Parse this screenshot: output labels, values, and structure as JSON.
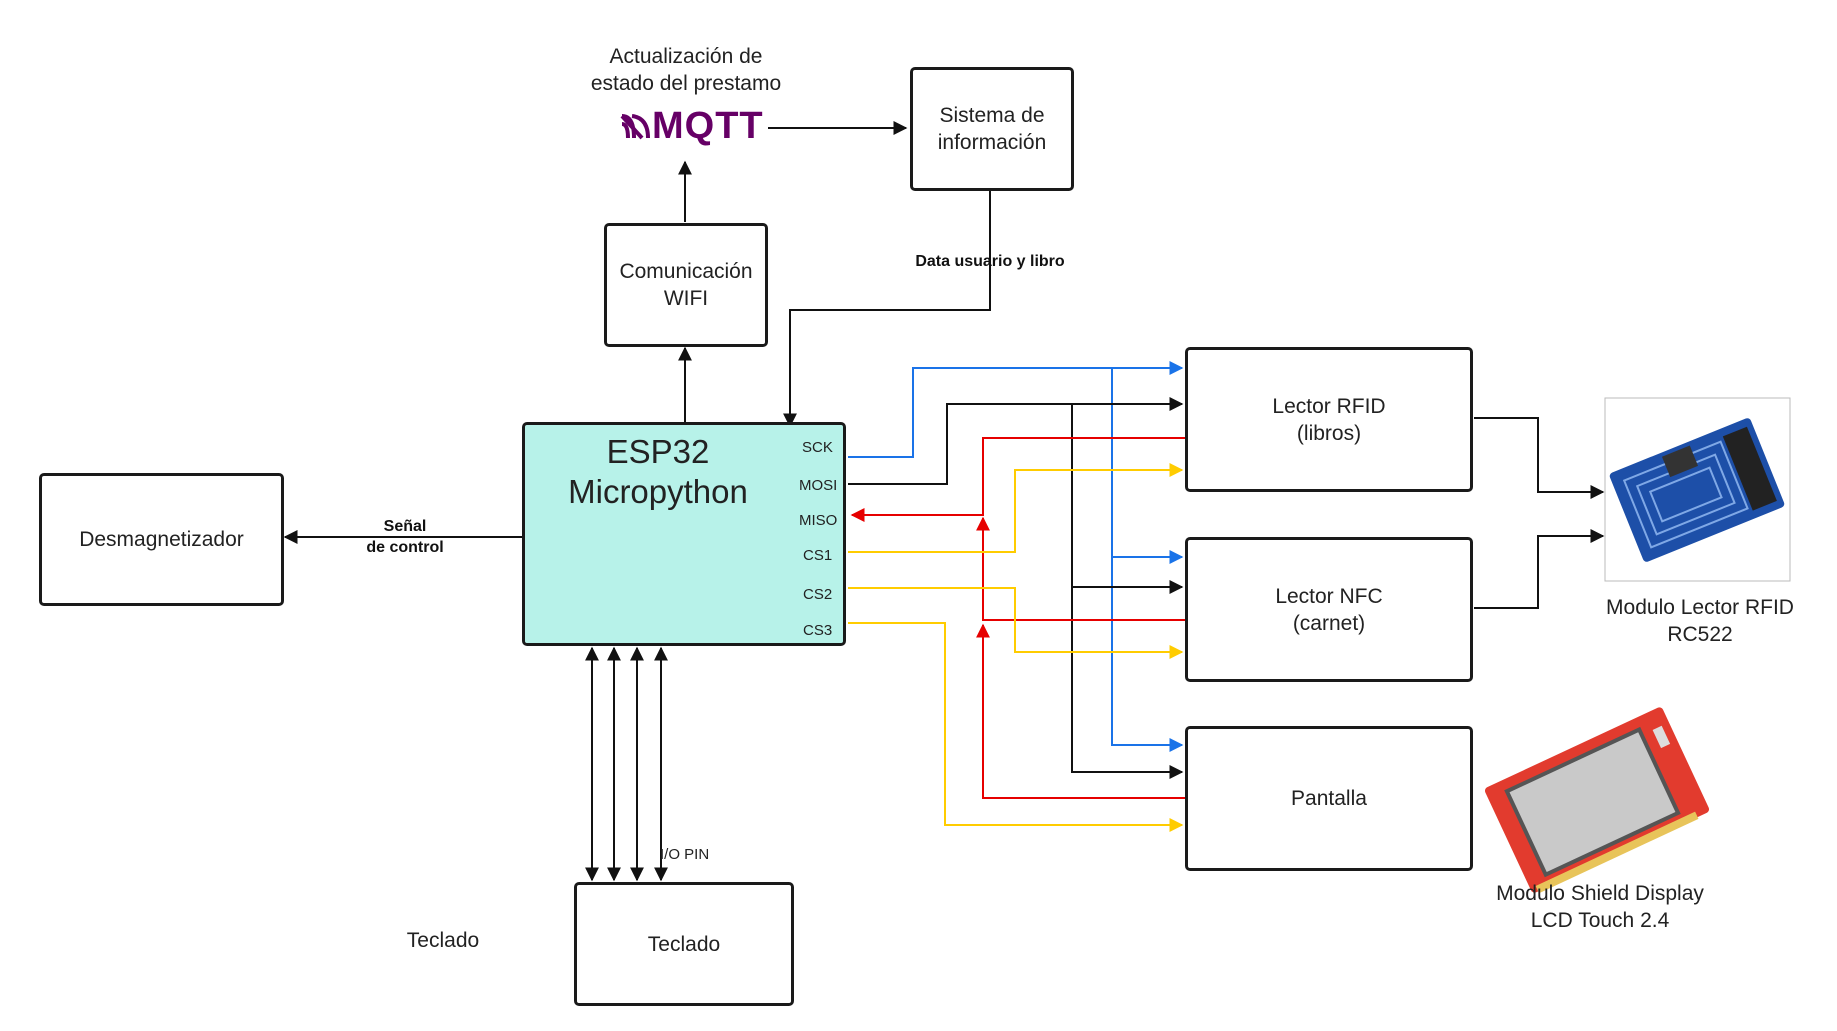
{
  "mqtt": {
    "caption": "Actualización de\nestado del prestamo",
    "logo_text": "MQTT",
    "brand_color": "#660066"
  },
  "boxes": {
    "sistema": "Sistema de\ninformación",
    "wifi": "Comunicación\nWIFI",
    "desmagnetizador": "Desmagnetizador",
    "lector_rfid": "Lector RFID\n(libros)",
    "lector_nfc": "Lector NFC\n(carnet)",
    "pantalla": "Pantalla",
    "teclado": "Teclado"
  },
  "esp32": {
    "title": "ESP32\nMicropython",
    "pins": [
      "SCK",
      "MOSI",
      "MISO",
      "CS1",
      "CS2",
      "CS3"
    ]
  },
  "labels": {
    "data_usuario": "Data usuario y libro",
    "senal_control": "Señal\nde control",
    "io_pin": "I/O PIN",
    "teclado_side": "Teclado",
    "rfid_module": "Modulo Lector RFID\nRC522",
    "lcd_module": "Modulo Shield Display\nLCD Touch 2.4"
  },
  "colors": {
    "sck": "#1a73e8",
    "mosi": "#111111",
    "miso": "#e60000",
    "cs": "#ffcc00",
    "esp_fill": "#b7f2e9"
  }
}
